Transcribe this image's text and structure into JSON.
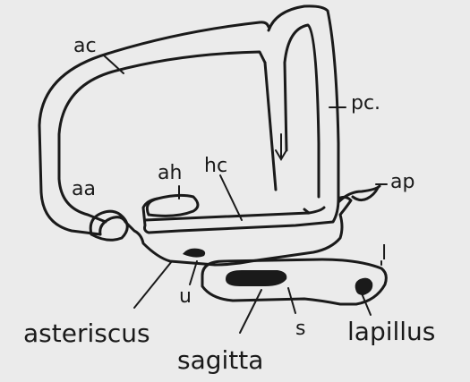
{
  "labels": {
    "ac": "ac",
    "pc": "pc.",
    "ah": "ah",
    "hc": "hc",
    "aa": "aa",
    "ap": "ap",
    "l": "l",
    "u": "u",
    "asteriscus": "asteriscus",
    "s": "s",
    "lapillus": "lapillus",
    "sagitta": "sagitta"
  },
  "colors": {
    "ink": "#1a1a1a",
    "paper": "#ebebeb"
  }
}
